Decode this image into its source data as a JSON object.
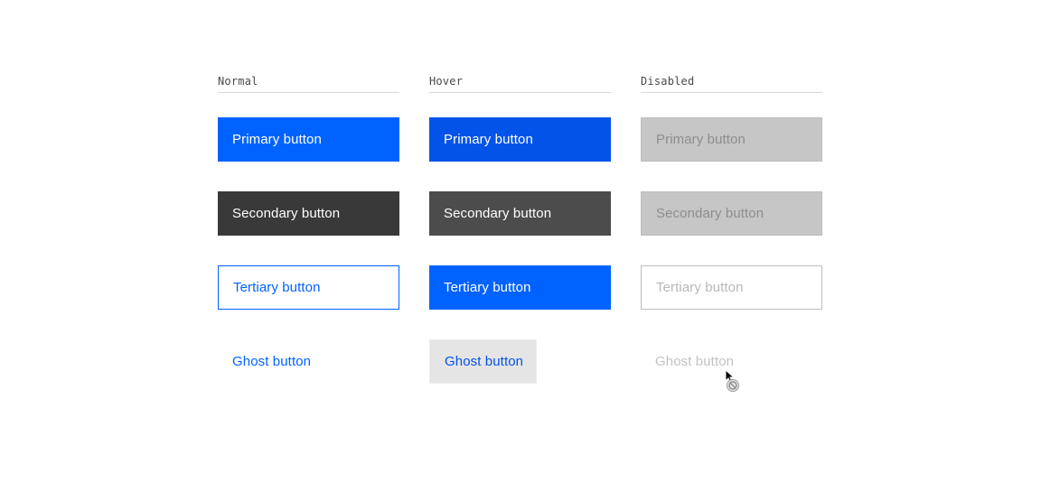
{
  "columns": {
    "normal": "Normal",
    "hover": "Hover",
    "disabled": "Disabled"
  },
  "buttons": {
    "primary": "Primary button",
    "secondary": "Secondary button",
    "tertiary": "Tertiary button",
    "ghost": "Ghost button"
  },
  "colors": {
    "primary": "#0062ff",
    "primary_hover": "#0353e9",
    "secondary": "#393939",
    "secondary_hover": "#4c4c4c",
    "disabled_bg": "#c6c6c6",
    "disabled_text": "#8d8d8d",
    "ghost_hover_bg": "#e5e5e5"
  },
  "cursor": {
    "icon": "not-allowed-cursor-icon"
  }
}
